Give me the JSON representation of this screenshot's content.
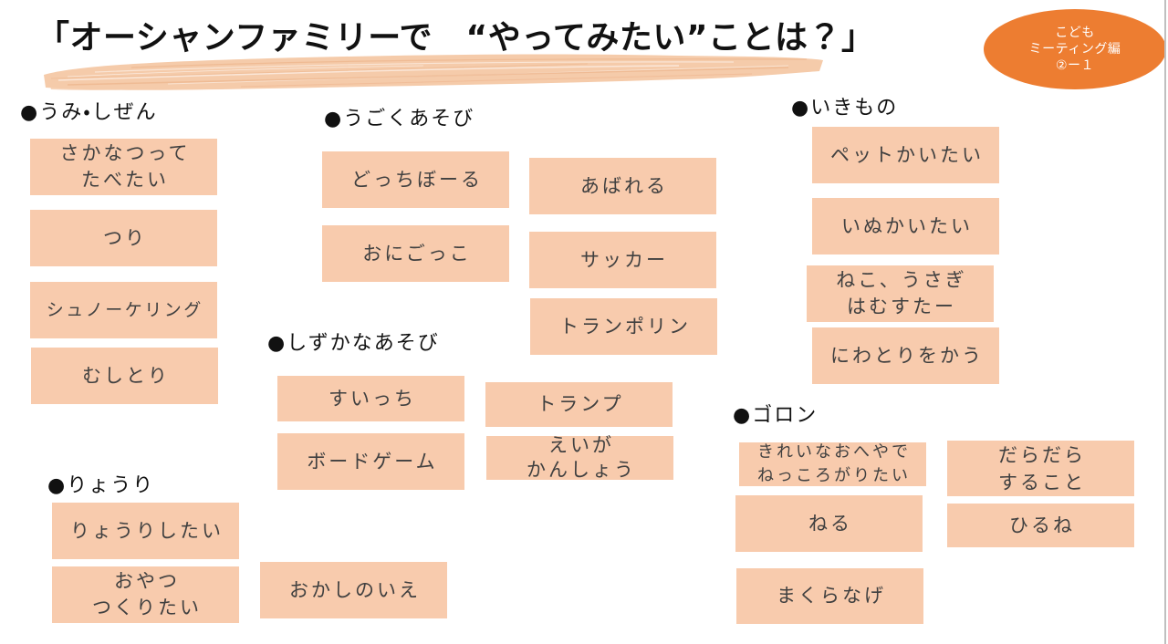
{
  "title": "「オーシャンファミリーで　“やってみたい”ことは？」",
  "badge": {
    "line1": "こども",
    "line2": "ミーティング編",
    "line3": "②ー１"
  },
  "colors": {
    "card": "#F8CBAD",
    "badge": "#ED7D31",
    "text": "#404040",
    "ink": "#111111",
    "brush": "#F5CBAA",
    "brush_dark": "#ECB38A",
    "edge": "#BFBFBF"
  },
  "groups": [
    {
      "heading": "●うみ・しぜん",
      "cards": [
        "さかなつって\nたべたい",
        "つり",
        "シュノーケリング",
        "むしとり"
      ]
    },
    {
      "heading": "●うごくあそび",
      "cards": [
        "どっちぼーる",
        "おにごっこ",
        "あばれる",
        "サッカー",
        "トランポリン"
      ]
    },
    {
      "heading": "●いきもの",
      "cards": [
        "ペットかいたい",
        "いぬかいたい",
        "ねこ、うさぎ\nはむすたー",
        "にわとりをかう"
      ]
    },
    {
      "heading": "●しずかなあそび",
      "cards": [
        "すいっち",
        "ボードゲーム",
        "トランプ",
        "えいが\nかんしょう"
      ]
    },
    {
      "heading": "●ゴロン",
      "cards": [
        "きれいなおへやで\nねっころがりたい",
        "だらだら\nすること",
        "ねる",
        "ひるね",
        "まくらなげ"
      ]
    },
    {
      "heading": "●りょうり",
      "cards": [
        "りょうりしたい",
        "おやつ\nつくりたい",
        "おかしのいえ"
      ]
    }
  ]
}
